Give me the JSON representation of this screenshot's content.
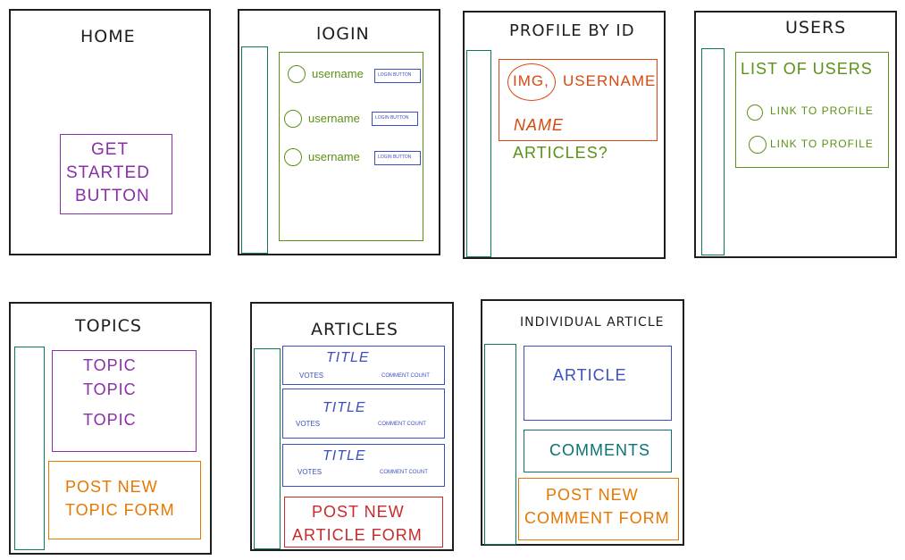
{
  "frames": {
    "home": {
      "title": "HOME",
      "get_started": [
        "GET",
        "STARTED",
        "BUTTON"
      ]
    },
    "login": {
      "title": "lOGIN",
      "rows": [
        {
          "label": "username",
          "button": "LOGIN BUTTON"
        },
        {
          "label": "username",
          "button": "LOGIN BUTTON"
        },
        {
          "label": "username",
          "button": "LOGIN BUTTON"
        }
      ]
    },
    "profile": {
      "title": "PROFILE BY ID",
      "img": "IMG,",
      "username": "USERNAME",
      "name": "NAME",
      "articles": "ARTICLES?"
    },
    "users": {
      "title": "USERS",
      "list_title": "LIST OF USERS",
      "links": [
        "LINK TO PROFILE",
        "LINK TO PROFILE"
      ]
    },
    "topics": {
      "title": "TOPICS",
      "items": [
        "TOPIC",
        "TOPIC",
        "TOPIC"
      ],
      "form": [
        "POST NEW",
        "TOPIC FORM"
      ]
    },
    "articles": {
      "title": "ARTICLES",
      "cards": [
        {
          "title": "TITLE",
          "votes": "VOTES",
          "comments": "COMMENT COUNT"
        },
        {
          "title": "TITLE",
          "votes": "VOTES",
          "comments": "COMMENT COUNT"
        },
        {
          "title": "TITLE",
          "votes": "VOTES",
          "comments": "COMMENT COUNT"
        }
      ],
      "form": [
        "POST NEW",
        "ARTICLE FORM"
      ]
    },
    "individual": {
      "title": "INDIVIDUAL ARTICLE",
      "article": "ARTICLE",
      "comments": "COMMENTS",
      "form": [
        "POST NEW",
        "COMMENT FORM"
      ]
    }
  },
  "colors": {
    "frame": "#1e1e1e",
    "sidebar": "#0b7a5a",
    "purple": "#8a2fa8",
    "green": "#5a9216",
    "orange": "#d9480f",
    "amber": "#e67700",
    "blue": "#3b4fc0",
    "red": "#c92a2a",
    "teal": "#0b7373"
  }
}
